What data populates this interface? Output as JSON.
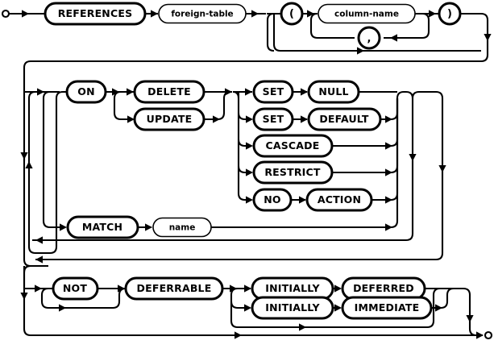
{
  "diagram": {
    "kind": "railroad-syntax-diagram",
    "title": "REFERENCES clause",
    "colors": {
      "ink": "#000000",
      "paper": "#ffffff"
    },
    "endpoints": {
      "start": "start-circle",
      "end": "end-circle"
    },
    "rows": [
      {
        "id": "row-references",
        "nodes": [
          {
            "id": "references",
            "label": "REFERENCES",
            "type": "terminal"
          },
          {
            "id": "foreign-table",
            "label": "foreign-table",
            "type": "nonterminal"
          },
          {
            "id": "lparen",
            "label": "(",
            "type": "terminal-punct"
          },
          {
            "id": "column-name",
            "label": "column-name",
            "type": "nonterminal"
          },
          {
            "id": "comma",
            "label": ",",
            "type": "terminal-punct"
          },
          {
            "id": "rparen",
            "label": ")",
            "type": "terminal-punct"
          }
        ]
      },
      {
        "id": "row-on-actions",
        "nodes": [
          {
            "id": "on",
            "label": "ON",
            "type": "terminal"
          },
          {
            "id": "delete",
            "label": "DELETE",
            "type": "terminal"
          },
          {
            "id": "update",
            "label": "UPDATE",
            "type": "terminal"
          },
          {
            "id": "set-1",
            "label": "SET",
            "type": "terminal"
          },
          {
            "id": "null",
            "label": "NULL",
            "type": "terminal"
          },
          {
            "id": "set-2",
            "label": "SET",
            "type": "terminal"
          },
          {
            "id": "default",
            "label": "DEFAULT",
            "type": "terminal"
          },
          {
            "id": "cascade",
            "label": "CASCADE",
            "type": "terminal"
          },
          {
            "id": "restrict",
            "label": "RESTRICT",
            "type": "terminal"
          },
          {
            "id": "no",
            "label": "NO",
            "type": "terminal"
          },
          {
            "id": "action",
            "label": "ACTION",
            "type": "terminal"
          },
          {
            "id": "match",
            "label": "MATCH",
            "type": "terminal"
          },
          {
            "id": "name",
            "label": "name",
            "type": "nonterminal"
          }
        ]
      },
      {
        "id": "row-deferrable",
        "nodes": [
          {
            "id": "not",
            "label": "NOT",
            "type": "terminal"
          },
          {
            "id": "deferrable",
            "label": "DEFERRABLE",
            "type": "terminal"
          },
          {
            "id": "initially-1",
            "label": "INITIALLY",
            "type": "terminal"
          },
          {
            "id": "deferred",
            "label": "DEFERRED",
            "type": "terminal"
          },
          {
            "id": "initially-2",
            "label": "INITIALLY",
            "type": "terminal"
          },
          {
            "id": "immediate",
            "label": "IMMEDIATE",
            "type": "terminal"
          }
        ]
      }
    ]
  },
  "labels": {
    "references": "REFERENCES",
    "foreign_table": "foreign-table",
    "lparen": "(",
    "column_name": "column-name",
    "comma": ",",
    "rparen": ")",
    "on": "ON",
    "delete": "DELETE",
    "update": "UPDATE",
    "set_1": "SET",
    "null": "NULL",
    "set_2": "SET",
    "default": "DEFAULT",
    "cascade": "CASCADE",
    "restrict": "RESTRICT",
    "no": "NO",
    "action": "ACTION",
    "match": "MATCH",
    "name": "name",
    "not": "NOT",
    "deferrable": "DEFERRABLE",
    "initially_1": "INITIALLY",
    "deferred": "DEFERRED",
    "initially_2": "INITIALLY",
    "immediate": "IMMEDIATE"
  }
}
